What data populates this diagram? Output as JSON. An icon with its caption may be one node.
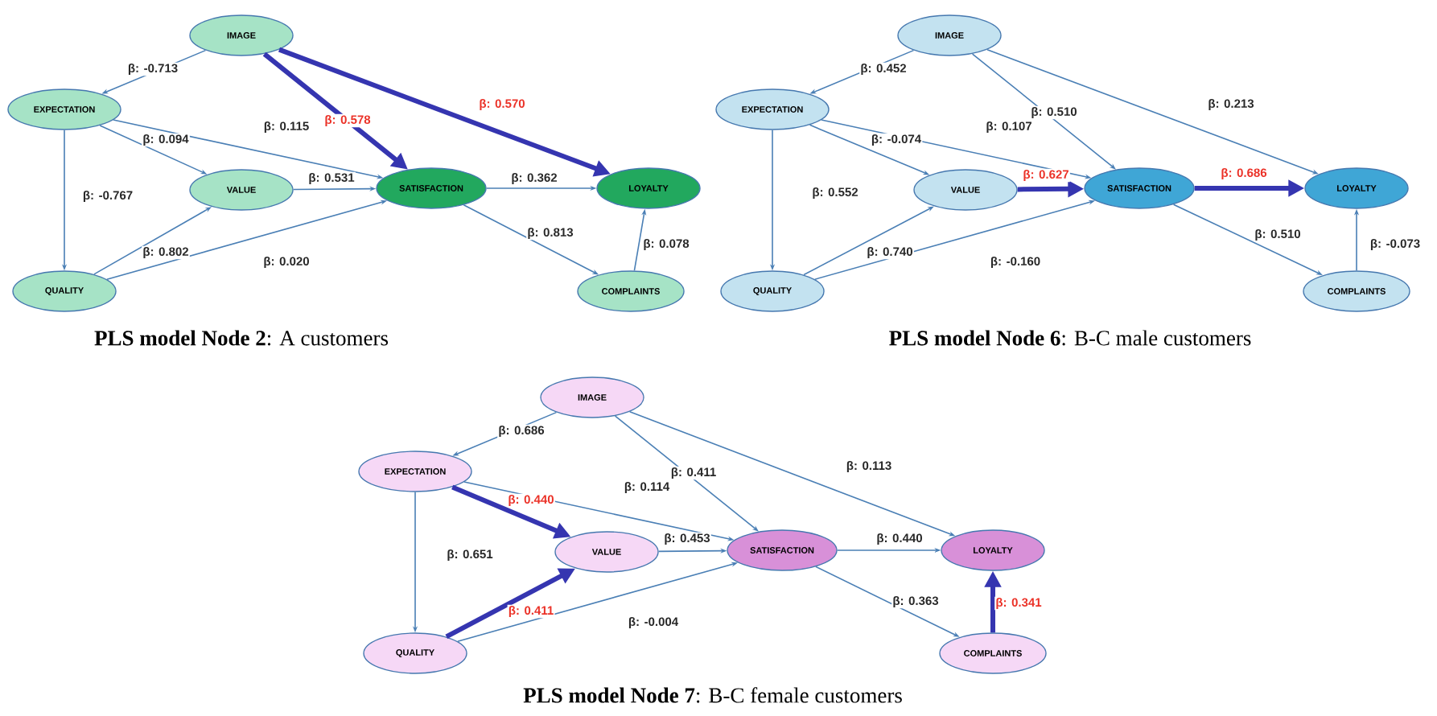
{
  "diagram": {
    "nodes": [
      {
        "text": [
          "IMAGE"
        ]
      },
      {
        "text": [
          "EXPECTATION"
        ]
      },
      {
        "text": [
          "VALUE"
        ]
      },
      {
        "text": [
          "SATISFACTION"
        ]
      },
      {
        "text": [
          "LOYALTY"
        ]
      },
      {
        "text": [
          "QUALITY"
        ]
      },
      {
        "text": [
          "COMPLAINTS"
        ]
      },
      {
        "text": [
          "IMAGE"
        ]
      },
      {
        "text": [
          "EXPECTATION"
        ]
      },
      {
        "text": [
          "VALUE"
        ]
      },
      {
        "text": [
          "SATISFACTION"
        ]
      },
      {
        "text": [
          "LOYALTY"
        ]
      },
      {
        "text": [
          "QUALITY"
        ]
      },
      {
        "text": [
          "COMPLAINTS"
        ]
      },
      {
        "text": [
          "IMAGE"
        ]
      },
      {
        "text": [
          "EXPECTATION"
        ]
      },
      {
        "text": [
          "VALUE"
        ]
      },
      {
        "text": [
          "SATISFACTION"
        ]
      },
      {
        "text": [
          "LOYALTY"
        ]
      },
      {
        "text": [
          "QUALITY"
        ]
      },
      {
        "text": [
          "COMPLAINTS"
        ]
      }
    ],
    "edges": [
      {
        "from": 0,
        "to": 1,
        "arrow": "to",
        "label": "β: -0.713"
      },
      {
        "from": 1,
        "to": 3,
        "arrow": "to",
        "label": "β: 0.115"
      },
      {
        "from": 1,
        "to": 2,
        "arrow": "to",
        "label": "β: 0.094"
      },
      {
        "from": 1,
        "to": 5,
        "arrow": "to",
        "label": "β: -0.767"
      },
      {
        "from": 2,
        "to": 3,
        "arrow": "to",
        "label": "β: 0.531"
      },
      {
        "from": 5,
        "to": 2,
        "arrow": "to",
        "label": "β: 0.802"
      },
      {
        "from": 5,
        "to": 3,
        "arrow": "to",
        "label": "β: 0.020"
      },
      {
        "from": 0,
        "to": 3,
        "arrow": "to",
        "label": "β: 0.578",
        "style": "thick",
        "color": "#3535b0"
      },
      {
        "from": 0,
        "to": 4,
        "arrow": "to",
        "label": "β: 0.570",
        "style": "thick",
        "color": "#3535b0"
      },
      {
        "from": 3,
        "to": 4,
        "arrow": "to",
        "label": "β: 0.362"
      },
      {
        "from": 3,
        "to": 6,
        "arrow": "to",
        "label": "β: 0.813"
      },
      {
        "from": 6,
        "to": 4,
        "arrow": "to",
        "label": "β: 0.078"
      },
      {
        "from": 7,
        "to": 8,
        "arrow": "to",
        "label": "β: 0.452"
      },
      {
        "from": 8,
        "to": 10,
        "arrow": "to",
        "label": "β: 0.107"
      },
      {
        "from": 8,
        "to": 9,
        "arrow": "to",
        "label": "β: -0.074"
      },
      {
        "from": 8,
        "to": 12,
        "arrow": "to",
        "label": "β: 0.552"
      },
      {
        "from": 9,
        "to": 10,
        "arrow": "to",
        "label": "β: 0.627",
        "style": "thick",
        "color": "#3535b0"
      },
      {
        "from": 12,
        "to": 9,
        "arrow": "to",
        "label": "β: 0.740"
      },
      {
        "from": 12,
        "to": 10,
        "arrow": "to",
        "label": "β: -0.160"
      },
      {
        "from": 7,
        "to": 10,
        "arrow": "to",
        "label": "β: 0.510"
      },
      {
        "from": 7,
        "to": 11,
        "arrow": "to",
        "label": "β: 0.213"
      },
      {
        "from": 10,
        "to": 11,
        "arrow": "to",
        "label": "β: 0.686",
        "style": "thick",
        "color": "#3535b0"
      },
      {
        "from": 10,
        "to": 13,
        "arrow": "to",
        "label": "β: 0.510"
      },
      {
        "from": 13,
        "to": 11,
        "arrow": "to",
        "label": "β: -0.073"
      },
      {
        "from": 14,
        "to": 15,
        "arrow": "to",
        "label": "β: 0.686"
      },
      {
        "from": 15,
        "to": 17,
        "arrow": "to",
        "label": "β: 0.114"
      },
      {
        "from": 15,
        "to": 16,
        "arrow": "to",
        "label": "β: 0.440",
        "style": "thick",
        "color": "#3535b0"
      },
      {
        "from": 15,
        "to": 19,
        "arrow": "to",
        "label": "β: 0.651"
      },
      {
        "from": 16,
        "to": 17,
        "arrow": "to",
        "label": "β: 0.453"
      },
      {
        "from": 19,
        "to": 16,
        "arrow": "to",
        "label": "β: 0.411",
        "style": "thick",
        "color": "#3535b0"
      },
      {
        "from": 19,
        "to": 17,
        "arrow": "to",
        "label": "β: -0.004"
      },
      {
        "from": 14,
        "to": 17,
        "arrow": "to",
        "label": "β: 0.411"
      },
      {
        "from": 14,
        "to": 18,
        "arrow": "to",
        "label": "β: 0.113"
      },
      {
        "from": 17,
        "to": 18,
        "arrow": "to",
        "label": "β: 0.440"
      },
      {
        "from": 17,
        "to": 20,
        "arrow": "to",
        "label": "β: 0.363"
      },
      {
        "from": 20,
        "to": 18,
        "arrow": "to",
        "label": "β: 0.341",
        "style": "thick",
        "color": "#3535b0"
      }
    ],
    "labels": [
      "**PLS model Node 2**: A customers",
      "**PLS model Node 6**: B-C male customers",
      "**PLS model Node 7**: B-C female customers"
    ]
  }
}
